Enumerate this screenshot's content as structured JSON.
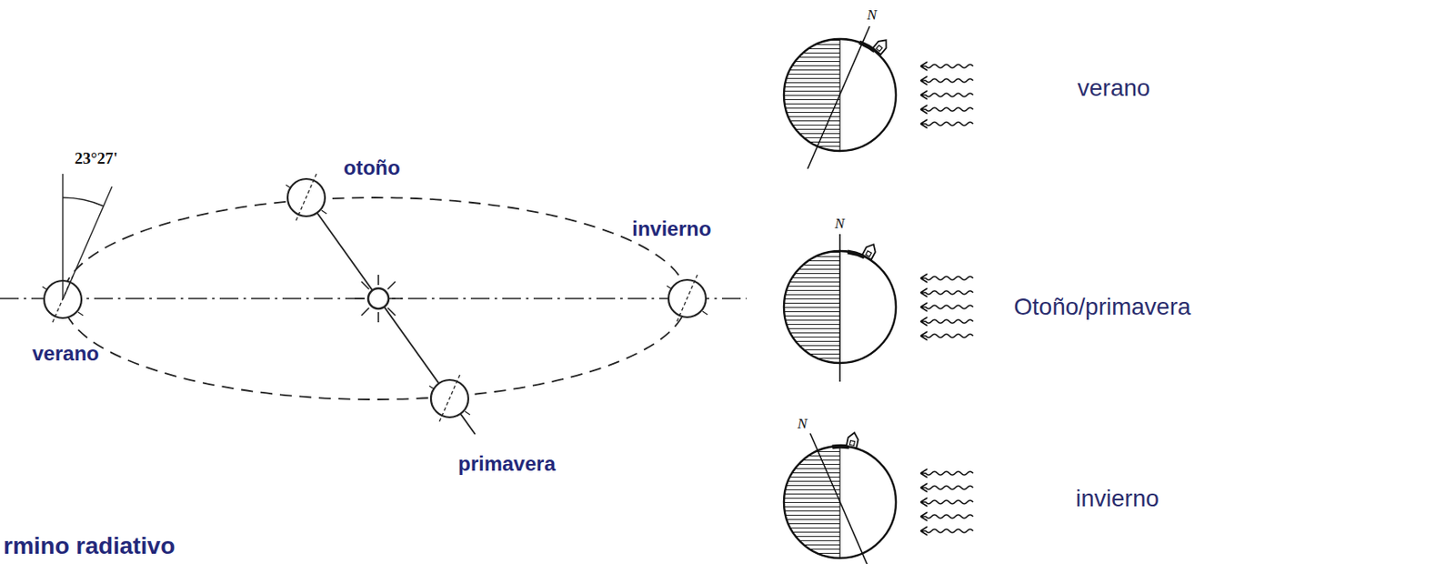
{
  "diagram": {
    "labels": [
      "23°27'",
      "otoño",
      "invierno",
      "verano",
      "primavera",
      "N",
      "N",
      "N",
      "verano",
      "Otoño/primavera",
      "invierno",
      "rmino radiativo"
    ]
  }
}
